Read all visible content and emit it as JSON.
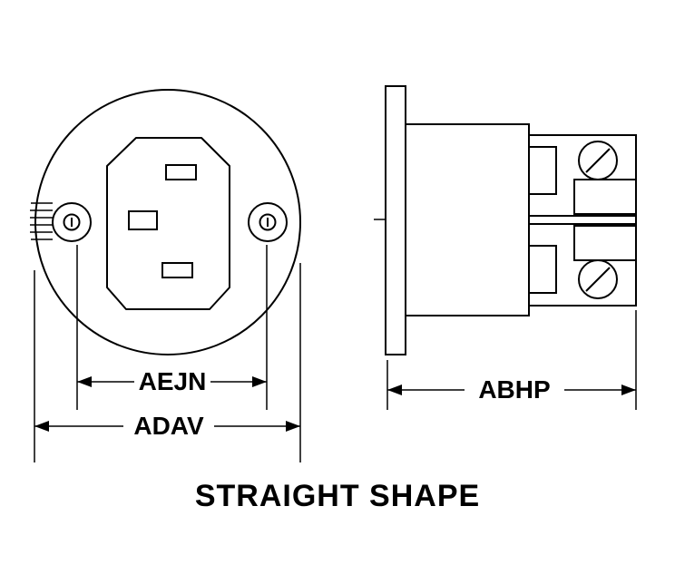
{
  "page": {
    "background_color": "#ffffff",
    "line_color": "#000000"
  },
  "diagram": {
    "title": "STRAIGHT SHAPE",
    "views": {
      "front": "front-view-connector-face",
      "side": "side-view-connector-profile"
    },
    "dimensions": {
      "inner_width_label": "AEJN",
      "outer_width_label": "ADAV",
      "depth_label": "ABHP"
    }
  }
}
